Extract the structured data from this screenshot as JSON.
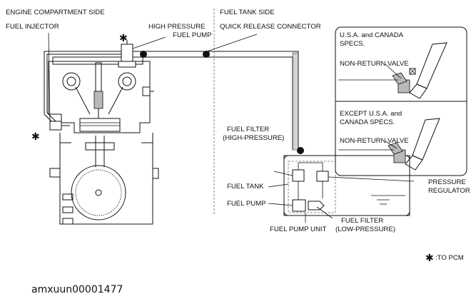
{
  "labels": {
    "engine_side": "ENGINE COMPARTMENT SIDE",
    "tank_side": "FUEL TANK SIDE",
    "fuel_injector": "FUEL INJECTOR",
    "hp_pump_1": "HIGH PRESSURE",
    "hp_pump_2": "FUEL PUMP",
    "quick_release": "QUICK RELEASE CONNECTOR",
    "usa_spec_1": "U.S.A. and CANADA",
    "usa_spec_2": "SPECS.",
    "nrv_1": "NON-RETURN VALVE",
    "except_spec_1": "EXCEPT U.S.A. and",
    "except_spec_2": "CANADA SPECS.",
    "nrv_2": "NON-RETURN VALVE",
    "filter_hp_1": "FUEL FILTER",
    "filter_hp_2": "(HIGH-PRESSURE)",
    "fuel_tank": "FUEL TANK",
    "fuel_pump": "FUEL PUMP",
    "pressure_reg_1": "PRESSURE",
    "pressure_reg_2": "REGULATOR",
    "filter_lp_1": "FUEL FILTER",
    "filter_lp_2": "(LOW-PRESSURE)",
    "pump_unit": "FUEL PUMP UNIT",
    "to_pcm": ":TO PCM",
    "asterisk": "✱",
    "doc_code": "amxuun00001477"
  }
}
